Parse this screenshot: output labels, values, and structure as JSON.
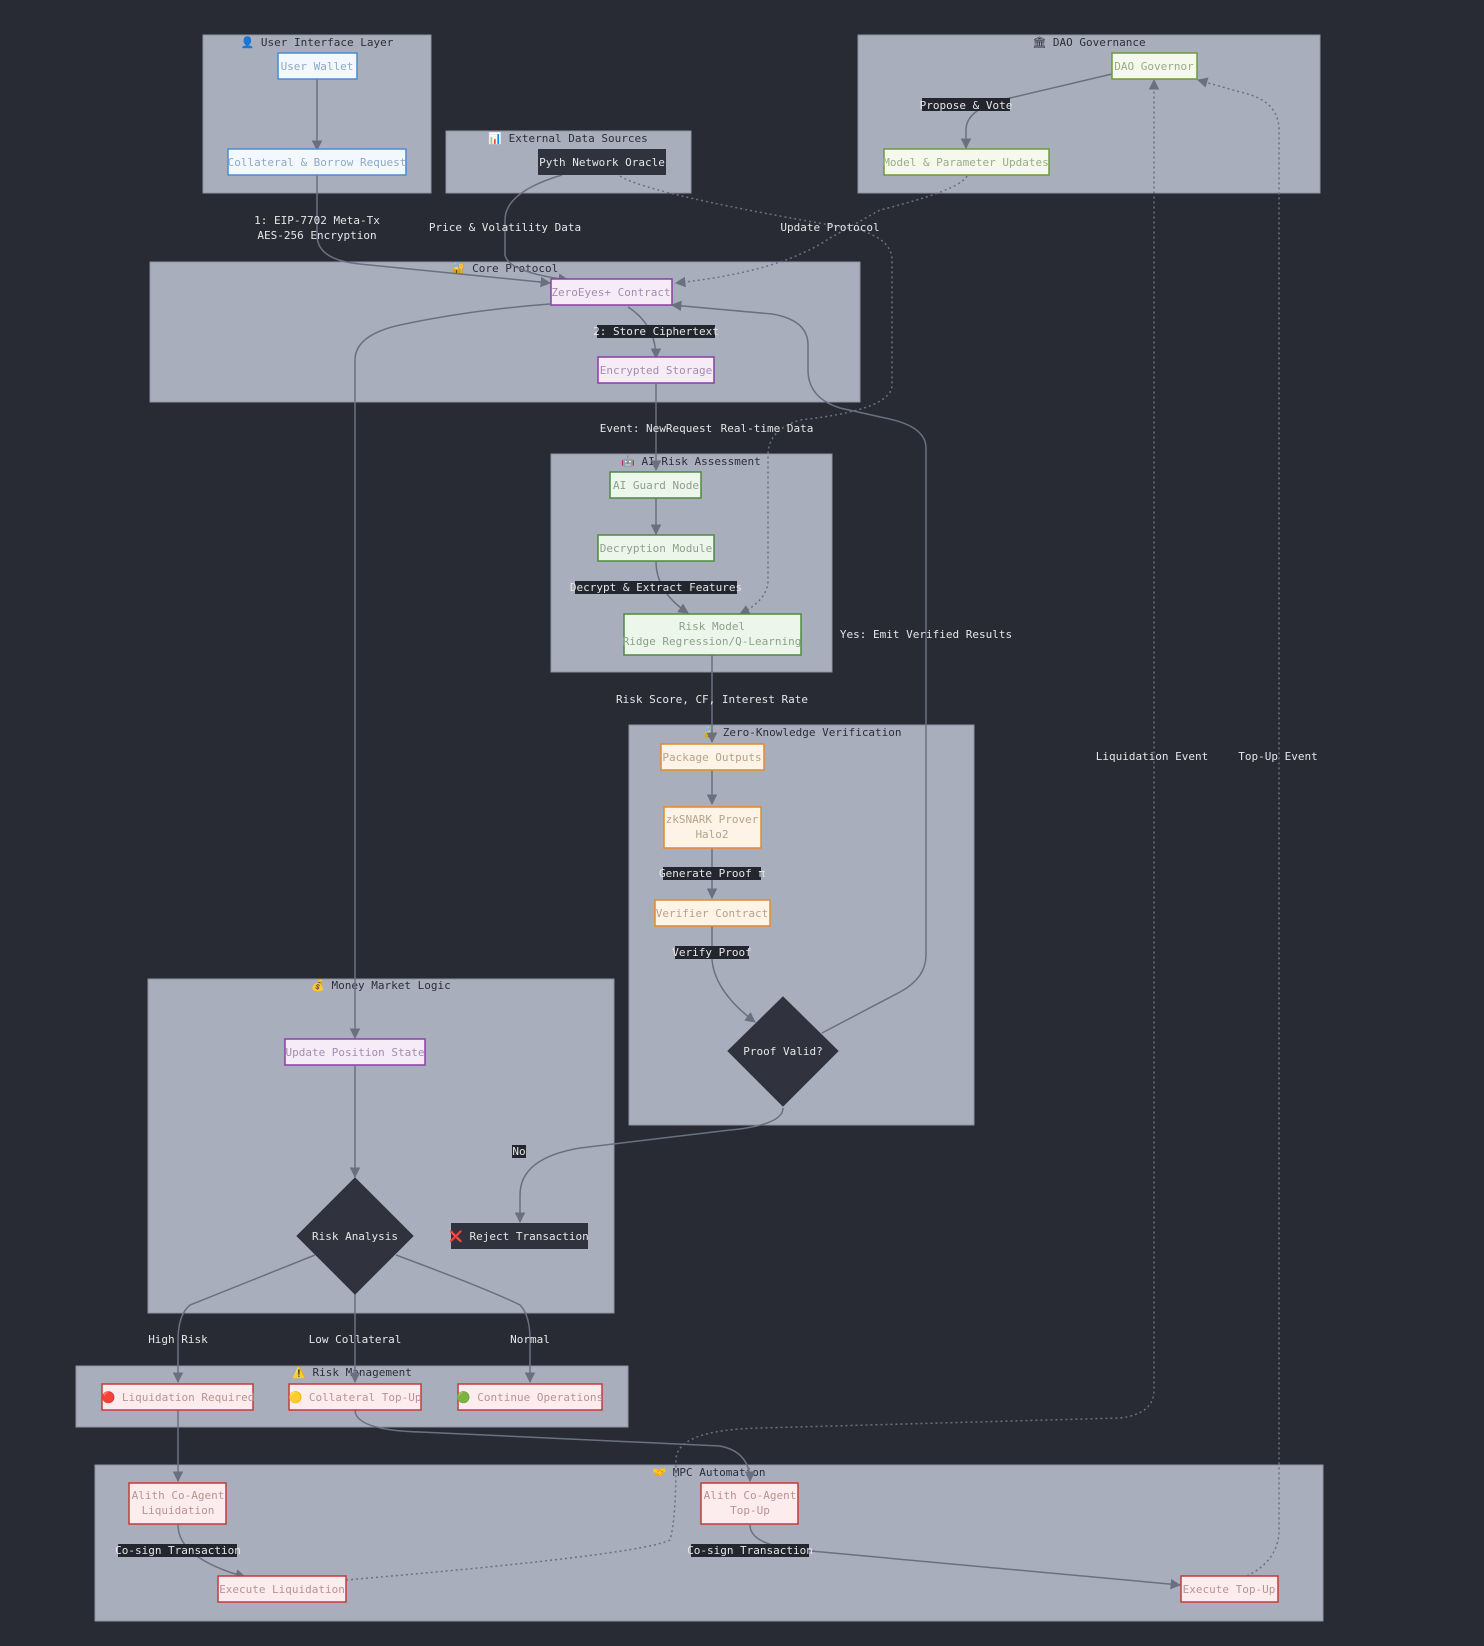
{
  "colors": {
    "background": "#282b34",
    "cluster": "#a9aebd",
    "edge": "#6b7080",
    "ui_node": {
      "fill": "#f2f8fd",
      "stroke": "#4a8ad1",
      "text": "#8fa9c6"
    },
    "core_node": {
      "fill": "#f6ecf8",
      "stroke": "#8a3fa8",
      "text": "#a58bb0"
    },
    "ai_node": {
      "fill": "#edf6ea",
      "stroke": "#4f8a3c",
      "text": "#8ca28a"
    },
    "zk_node": {
      "fill": "#fdf3e6",
      "stroke": "#e58a2b",
      "text": "#b8a38a"
    },
    "risk_node": {
      "fill": "#fcecee",
      "stroke": "#c63a3a",
      "text": "#b89394"
    },
    "dao_node": {
      "fill": "#f4f9ec",
      "stroke": "#6c9a3a",
      "text": "#9aab88"
    },
    "dark_node": {
      "fill": "#30333d",
      "text": "#e6e6e6"
    }
  },
  "clusters": {
    "ui": "👤 User Interface Layer",
    "dao": "🏛 DAO Governance",
    "ext": "📊 External Data Sources",
    "core": "🔐 Core Protocol",
    "ai": "🤖 AI Risk Assessment",
    "zk": "🔒 Zero-Knowledge Verification",
    "mm": "💰 Money Market Logic",
    "risk": "⚠️ Risk Management",
    "mpc": "🤝 MPC Automation"
  },
  "nodes": {
    "user_wallet": "User Wallet",
    "borrow_request": "Collateral & Borrow Request",
    "pyth_oracle": "Pyth Network Oracle",
    "dao_governor": "DAO Governor",
    "model_updates": "Model & Parameter Updates",
    "zeroeyes_contract": "ZeroEyes+ Contract",
    "encrypted_storage": "Encrypted Storage",
    "ai_guard": "AI Guard Node",
    "decryption_module": "Decryption Module",
    "risk_model": [
      "Risk Model",
      "Ridge Regression/Q-Learning"
    ],
    "package_outputs": "Package Outputs",
    "zksnark_prover": [
      "zkSNARK Prover",
      "Halo2"
    ],
    "verifier_contract": "Verifier Contract",
    "proof_valid": "Proof Valid?",
    "update_position": "Update Position State",
    "risk_analysis": "Risk Analysis",
    "reject_tx": "❌ Reject Transaction",
    "liquidation_required": "🔴 Liquidation Required",
    "collateral_topup": "🟡 Collateral Top-Up",
    "continue_ops": "🟢 Continue Operations",
    "alith_liquidation": [
      "Alith Co-Agent",
      "Liquidation"
    ],
    "alith_topup": [
      "Alith Co-Agent",
      "Top-Up"
    ],
    "execute_liquidation": "Execute Liquidation",
    "execute_topup": "Execute Top-Up"
  },
  "edge_labels": {
    "meta_tx": [
      "1: EIP-7702 Meta-Tx",
      "AES-256 Encryption"
    ],
    "price_data": "Price & Volatility Data",
    "update_protocol": "Update Protocol",
    "propose_vote": "Propose & Vote",
    "store_cipher": "2: Store Ciphertext",
    "new_request": "Event: NewRequest",
    "realtime": "Real-time Data",
    "decrypt_extract": "Decrypt & Extract Features",
    "yes_emit": "Yes: Emit Verified Results",
    "risk_score": "Risk Score, CF, Interest Rate",
    "gen_proof": "Generate Proof π",
    "verify_proof": "Verify Proof",
    "no": "No",
    "liq_event": "Liquidation Event",
    "topup_event": "Top-Up Event",
    "high_risk": "High Risk",
    "low_collateral": "Low Collateral",
    "normal": "Normal",
    "cosign_liq": "Co-sign Transaction",
    "cosign_topup": "Co-sign Transaction"
  }
}
